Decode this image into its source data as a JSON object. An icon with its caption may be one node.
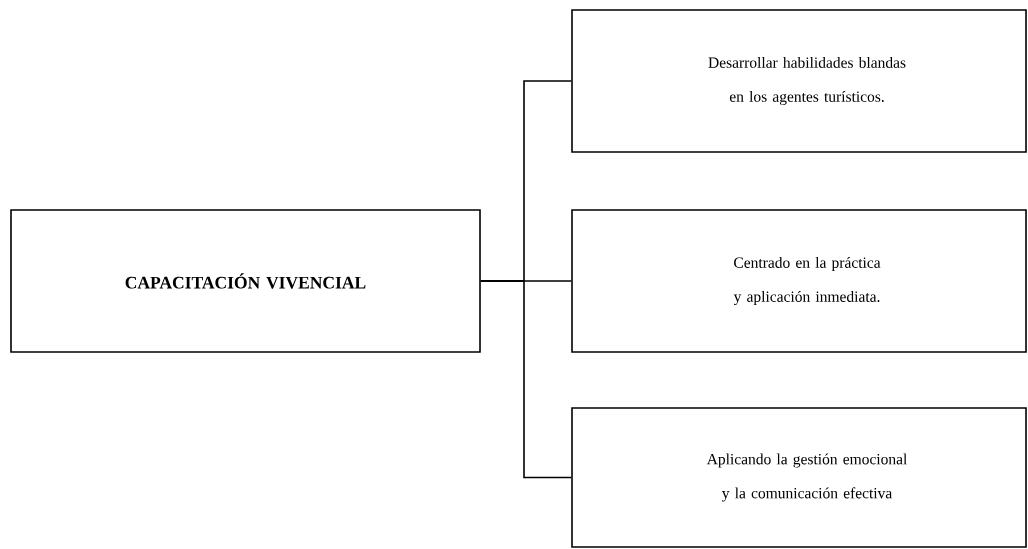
{
  "diagram": {
    "nodes": [
      {
        "text": [
          "CAPACITACIÓN VIVENCIAL"
        ]
      },
      {
        "text": [
          "Desarrollar habilidades blandas en los agentes turísticos."
        ]
      },
      {
        "text": [
          "Centrado en la práctica y aplicación inmediata."
        ]
      },
      {
        "text": [
          "Aplicando la gestión emocional y la comunicación efectiva"
        ]
      }
    ],
    "edges": [
      {
        "from": 0,
        "to": 1,
        "arrow": "none"
      },
      {
        "from": 0,
        "to": 2,
        "arrow": "none"
      },
      {
        "from": 0,
        "to": 3,
        "arrow": "none"
      }
    ]
  }
}
